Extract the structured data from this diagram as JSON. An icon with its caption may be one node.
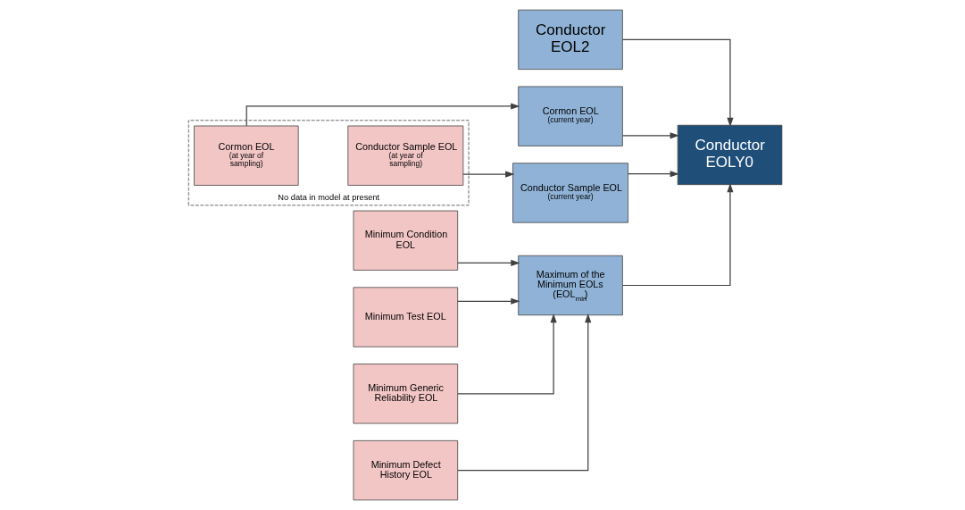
{
  "diagram": {
    "nodes": [
      {
        "text": [
          "Minimum Condition EOL"
        ]
      },
      {
        "text": [
          "Minimum Test EOL"
        ]
      },
      {
        "text": [
          "Minimum Generic Reliability EOL"
        ]
      },
      {
        "text": [
          "Minimum Defect History EOL"
        ]
      },
      {
        "text": [
          "No data in model at present"
        ]
      },
      {
        "text": [
          "Cormon EOL",
          "(at year of sampling)"
        ],
        "in": 4
      },
      {
        "text": [
          "Conductor Sample EOL",
          "(at year of sampling)"
        ],
        "in": 4
      },
      {
        "text": [
          "Conductor EOL2"
        ]
      },
      {
        "text": [
          "Cormon EOL",
          "(current year)"
        ]
      },
      {
        "text": [
          "Conductor Sample EOL",
          "(current year)"
        ]
      },
      {
        "text": [
          "Maximum of the Minimum EOLs (EOL$_{min}$)"
        ]
      },
      {
        "text": [
          "Conductor EOLY0"
        ]
      }
    ],
    "edges": [
      {
        "from": 0,
        "to": 10,
        "arrow": "to"
      },
      {
        "from": 1,
        "to": 10,
        "arrow": "to"
      },
      {
        "from": 2,
        "to": 10,
        "arrow": "to"
      },
      {
        "from": 3,
        "to": 10,
        "arrow": "to"
      },
      {
        "from": 5,
        "to": 8,
        "arrow": "to"
      },
      {
        "from": 6,
        "to": 9,
        "arrow": "to"
      },
      {
        "from": 7,
        "to": 11,
        "arrow": "to"
      },
      {
        "from": 8,
        "to": 11,
        "arrow": "to"
      },
      {
        "from": 9,
        "to": 11,
        "arrow": "to"
      },
      {
        "from": 10,
        "to": 11,
        "arrow": "to"
      }
    ]
  }
}
